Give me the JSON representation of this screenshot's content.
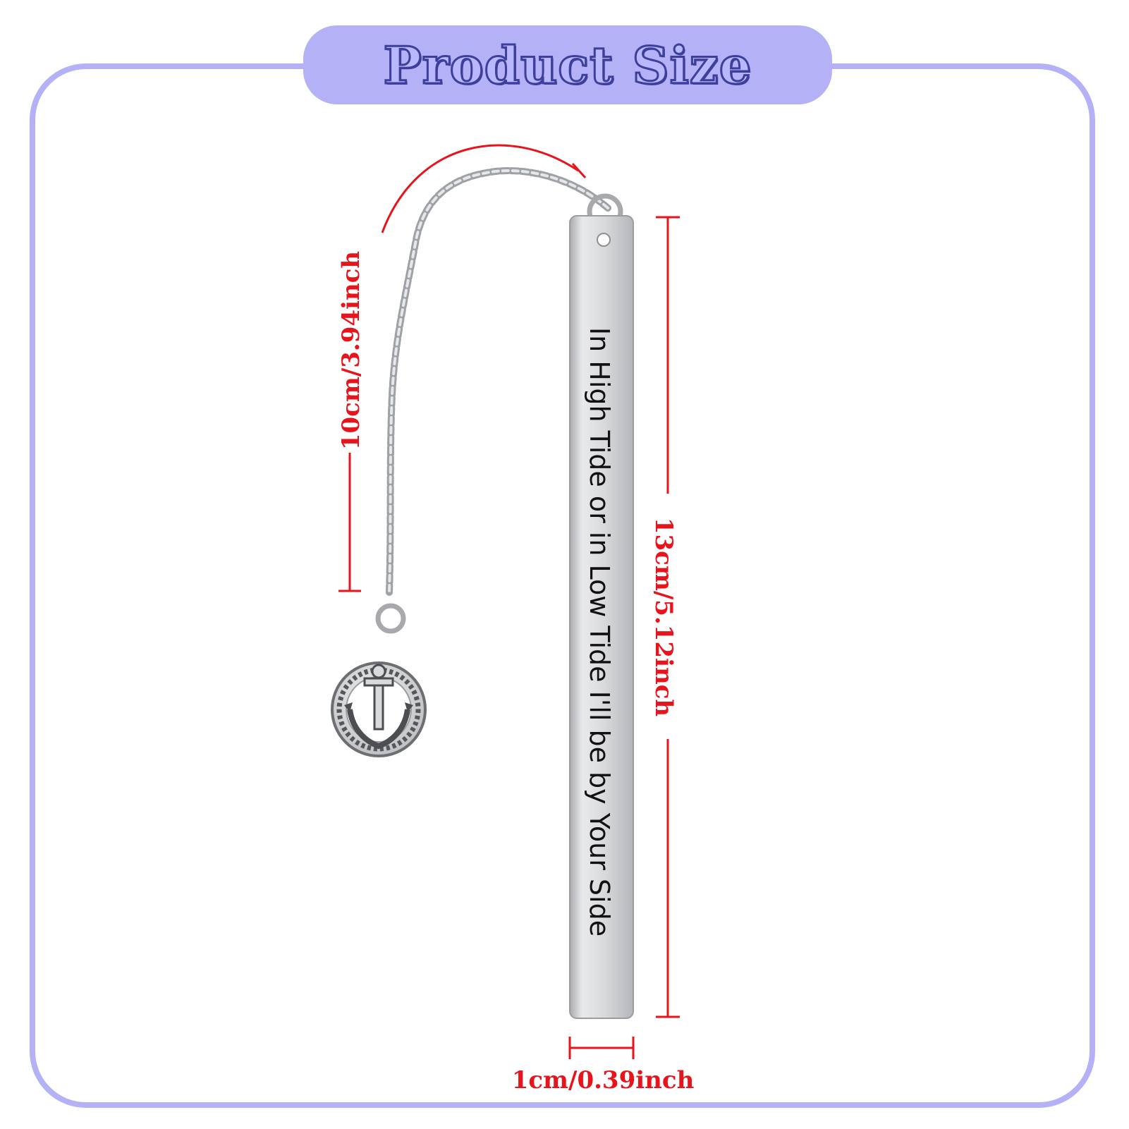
{
  "title": "Product Size",
  "engraving": "In High Tide or in Low Tide I'll be by Your Side",
  "dimensions": {
    "chain": "10cm/3.94inch",
    "length": "13cm/5.12inch",
    "width": "1cm/0.39inch"
  },
  "colors": {
    "frame": "#b4b1f6",
    "title_fill": "#b9b7ff",
    "title_outline": "#3d3f9a",
    "dimension_red": "#e8141b",
    "metal": "#d6d8db"
  },
  "icons": [
    "anchor-charm-icon"
  ]
}
